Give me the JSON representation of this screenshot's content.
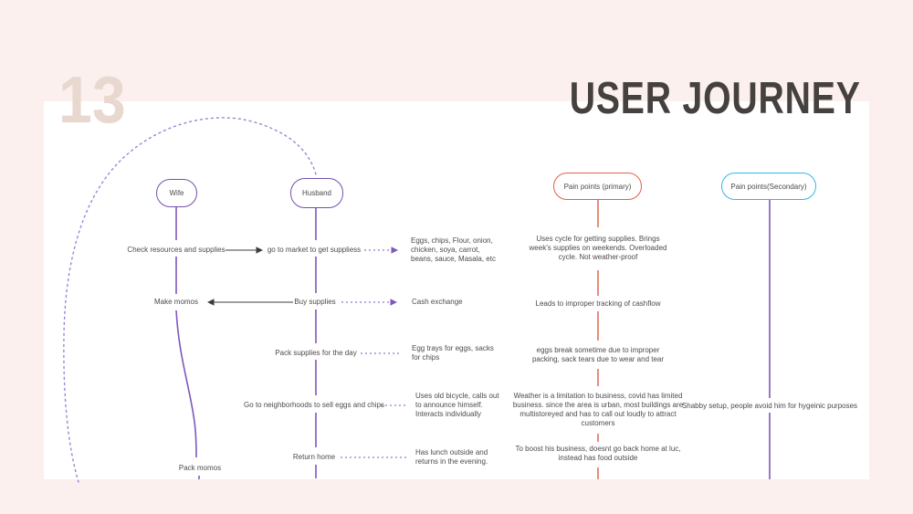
{
  "slide": {
    "page_number": "13",
    "title": "USER JOURNEY"
  },
  "nodes": {
    "wife": "Wife",
    "husband": "Husband",
    "pain_primary": "Pain points (primary)",
    "pain_secondary": "Pain points(Secondary)"
  },
  "wife_lane": {
    "step1": "Check resources and supplies",
    "step2": "Make momos",
    "step3": "Pack momos"
  },
  "husband_lane": {
    "step1": "go to market to get suppliess",
    "step2": "Buy supplies",
    "step3": "Pack supplies for the day",
    "step4": "Go to neighborhoods to sell eggs and chips",
    "step5": "Return home"
  },
  "notes": {
    "note1": "Eggs, chips, Flour, onion, chicken, soya, carrot, beans, sauce, Masala, etc",
    "note2": "Cash exchange",
    "note3": "Egg trays for eggs, sacks for chips",
    "note4": "Uses old bicycle, calls out to announce himself. Interacts individually",
    "note5": "Has lunch outside and returns in the evening."
  },
  "pain_primary_lane": {
    "point1": "Uses cycle for getting supplies. Brings week's supplies on weekends. Overloaded cycle. Not weather-proof",
    "point2": "Leads to improper tracking of cashflow",
    "point3": "eggs break sometime due to improper packing, sack tears due to wear and tear",
    "point4": "Weather is a limitation to business, covid has limited business. since the area is urban, most buildings are multistoreyed and has to call out loudly to attract customers",
    "point5": "To boost his business, doesnt go back home at luc, instead has food outside"
  },
  "pain_secondary_lane": {
    "point1": "Shabby setup, people avoid him for hygeinic purposes"
  },
  "colors": {
    "background": "#fbf0ed",
    "surface": "#ffffff",
    "page_number": "#e9d8cf",
    "title": "#45413e",
    "purple": "#7e57bb",
    "red": "#e0604b",
    "cyan": "#36b6e6",
    "text": "#4e4a4a"
  }
}
